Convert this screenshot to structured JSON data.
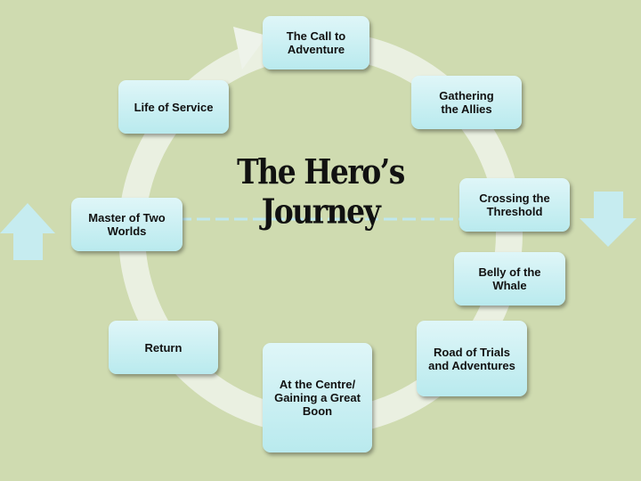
{
  "title": "The Hero’s Journey",
  "stages": [
    "The Call to Adventure",
    "Gathering the Allies",
    "Crossing the Threshold",
    "Belly of the Whale",
    "Road of Trials and Adventures",
    "At the Centre/ Gaining a Great Boon",
    "Return",
    "Master of Two Worlds",
    "Life of Service"
  ],
  "colors": {
    "background": "#cfdbb0",
    "box": "#c8eff2",
    "ring": "#eef3ea"
  }
}
